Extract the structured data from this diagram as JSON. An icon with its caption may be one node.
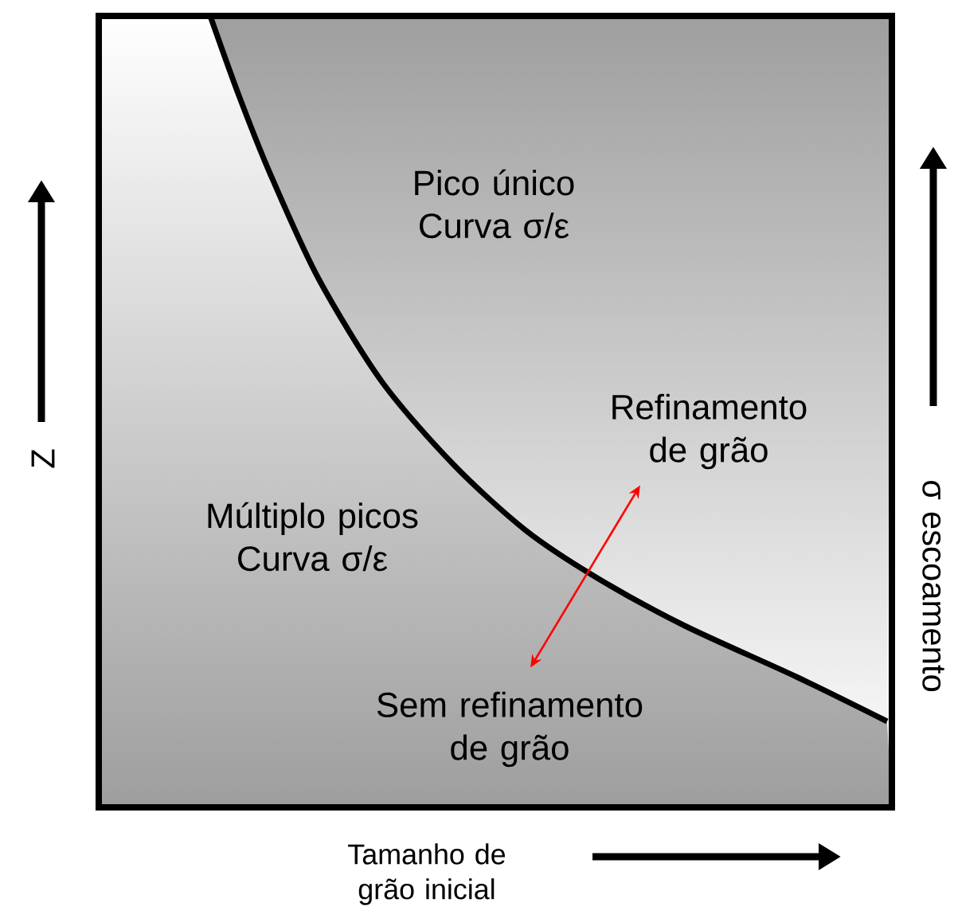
{
  "diagram": {
    "nodes": [
      {
        "text": [
          "Refinamento de grão"
        ]
      },
      {
        "text": [
          "Sem refinamento de grão"
        ]
      }
    ],
    "edges": [
      {
        "from": 1,
        "to": 0,
        "arrow": "both",
        "color": "#ff0000"
      }
    ],
    "labels": [
      "Pico único Curva σ/ε",
      "Múltiplo picos Curva σ/ε",
      "Z",
      "σ escoamento",
      "Tamanho de grão inicial"
    ]
  }
}
